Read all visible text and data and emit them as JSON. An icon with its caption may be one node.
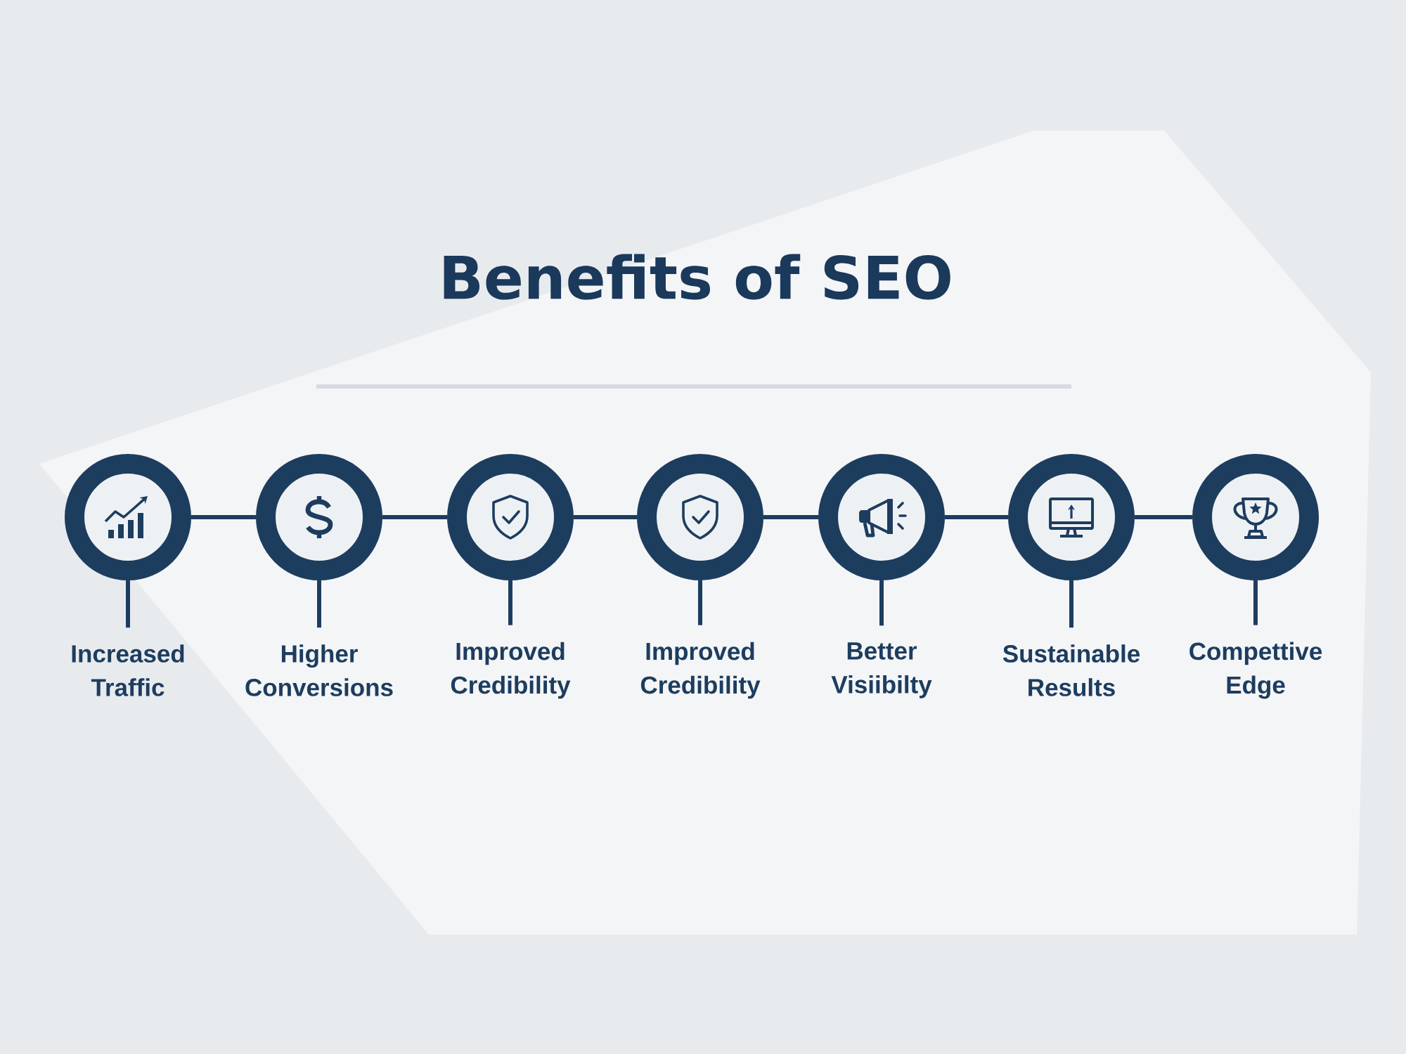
{
  "diagram": {
    "title": "Benefits of SEO",
    "nodes": [
      {
        "text": [],
        "shape": "circle"
      },
      {
        "text": [],
        "shape": "circle"
      },
      {
        "text": [],
        "shape": "circle"
      },
      {
        "text": [],
        "shape": "circle"
      },
      {
        "text": [],
        "shape": "circle"
      },
      {
        "text": [],
        "shape": "circle"
      },
      {
        "text": [],
        "shape": "circle"
      },
      {
        "text": [
          "Increased Traffic"
        ]
      },
      {
        "text": [
          "Higher Conversions"
        ]
      },
      {
        "text": [
          "Improved Credibility"
        ]
      },
      {
        "text": [
          "Improved Credibility"
        ]
      },
      {
        "text": [
          "Better Visiibilty"
        ]
      },
      {
        "text": [
          "Sustainable Results"
        ]
      },
      {
        "text": [
          "Compettive Edge"
        ]
      }
    ],
    "edges": [
      {
        "from": 0,
        "to": 1,
        "arrow": "none"
      },
      {
        "from": 1,
        "to": 2,
        "arrow": "none"
      },
      {
        "from": 2,
        "to": 3,
        "arrow": "none"
      },
      {
        "from": 3,
        "to": 4,
        "arrow": "none"
      },
      {
        "from": 4,
        "to": 5,
        "arrow": "none"
      },
      {
        "from": 5,
        "to": 6,
        "arrow": "none"
      },
      {
        "from": 0,
        "to": 7,
        "arrow": "none"
      },
      {
        "from": 1,
        "to": 8,
        "arrow": "none"
      },
      {
        "from": 2,
        "to": 9,
        "arrow": "none"
      },
      {
        "from": 3,
        "to": 10,
        "arrow": "none"
      },
      {
        "from": 4,
        "to": 11,
        "arrow": "none"
      },
      {
        "from": 5,
        "to": 12,
        "arrow": "none"
      },
      {
        "from": 6,
        "to": 13,
        "arrow": "none"
      }
    ]
  }
}
